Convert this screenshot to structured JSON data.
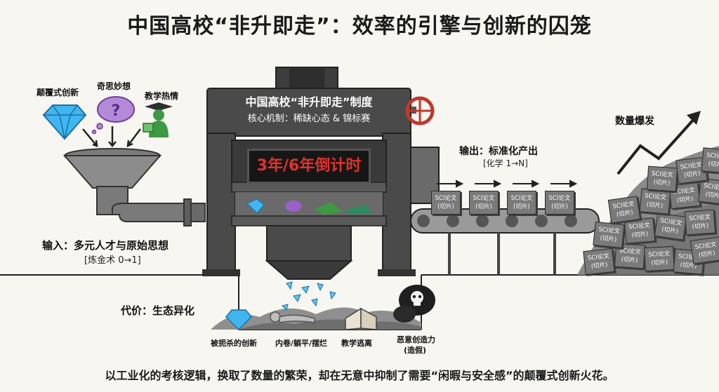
{
  "title": "中国高校“非升即走”：效率的引擎与创新的囚笼",
  "machine": {
    "title": "中国高校“非升即走”制度",
    "mechanism": "核心机制：稀缺心态 & 锦标赛",
    "timer": "3年/6年倒计时"
  },
  "inputs": {
    "items": [
      "颠覆式创新",
      "奇思妙想",
      "教学热情"
    ],
    "label": "输入：多元人才与原始思想",
    "sublabel": "[炼金术 0→1]"
  },
  "output": {
    "label": "输出：标准化产出",
    "sublabel": "[化学 1→N]",
    "box_label_line1": "SCI论文",
    "box_label_line2": "(切片)",
    "boom_label": "数量爆发"
  },
  "cost": {
    "label": "代价：生态异化",
    "items": [
      {
        "text": "被扼杀的创新"
      },
      {
        "text": "内卷/躺平/摆烂"
      },
      {
        "text": "教学逃离"
      },
      {
        "text": "恶意创造力",
        "sub": "(造假)"
      }
    ]
  },
  "caption": "以工业化的考核逻辑，换取了数量的繁荣，却在无意中抑制了需要“闲暇与安全感”的颠覆式创新火花。",
  "colors": {
    "machine": "#4a4a4a",
    "machine_dark": "#2e2e2e",
    "timer_text": "#e0322b",
    "diamond": "#3fb6f0",
    "idea": "#9a5fc8",
    "teacher": "#3c9a42",
    "wheel": "#c0392b",
    "box": "#7a7a7a"
  }
}
